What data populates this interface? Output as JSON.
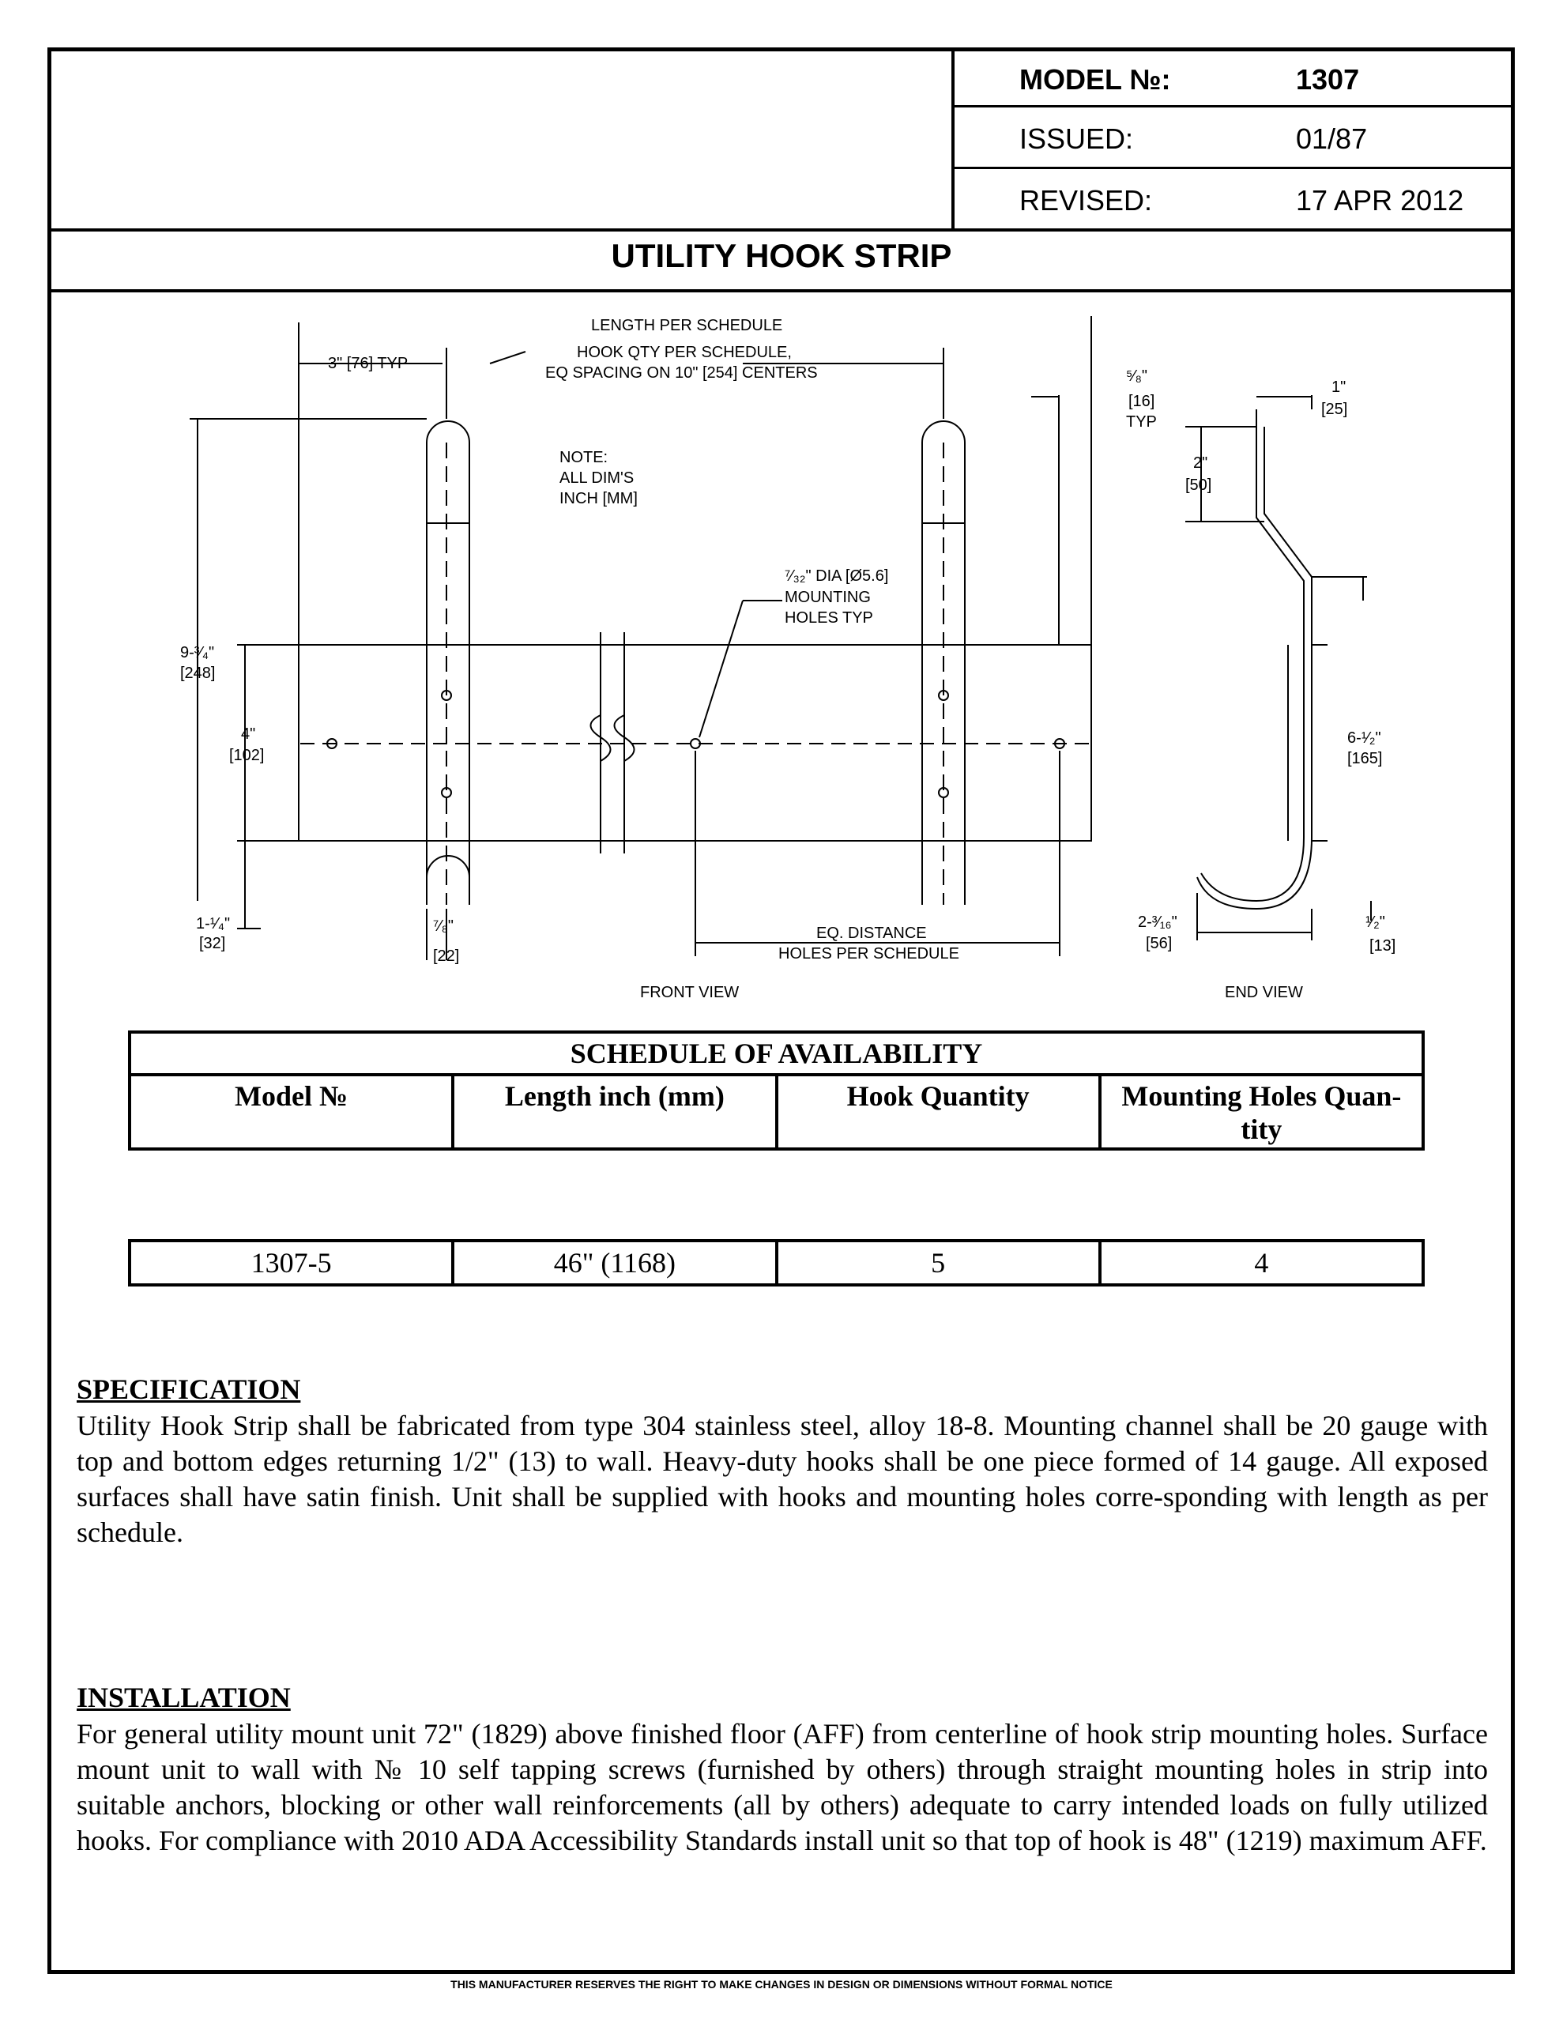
{
  "header": {
    "model_label": "MODEL №:",
    "model_value": "1307",
    "issued_label": "ISSUED:",
    "issued_value": "01/87",
    "revised_label": "REVISED:",
    "revised_value": "17 APR 2012"
  },
  "title": "UTILITY HOOK STRIP",
  "drawing": {
    "length_per_schedule": "LENGTH PER SCHEDULE",
    "hook_qty_1": "HOOK QTY PER SCHEDULE,",
    "hook_qty_2": "EQ SPACING ON 10\" [254] CENTERS",
    "typ_3": "3\" [76] TYP",
    "note_1": "NOTE:",
    "note_2": "ALL DIM'S",
    "note_3": "INCH [MM]",
    "dia_1": "⁷⁄₃₂\" DIA [Ø5.6]",
    "dia_2": "MOUNTING",
    "dia_3": "HOLES TYP",
    "d_9_34": "9-³⁄₄\"",
    "d_248": "[248]",
    "d_4": "4\"",
    "d_102": "[102]",
    "d_1_14": "1-¹⁄₄\"",
    "d_32": "[32]",
    "d_78": "⁷⁄₈\"",
    "d_22": "[22]",
    "eq_1": "EQ. DISTANCE",
    "eq_2": "HOLES PER SCHEDULE",
    "d_58": "⁵⁄₈\"",
    "d_16": "[16]",
    "d_typ": "TYP",
    "d_1": "1\"",
    "d_25": "[25]",
    "d_2": "2\"",
    "d_50": "[50]",
    "d_6_12": "6-¹⁄₂\"",
    "d_165": "[165]",
    "d_2_316": "2-³⁄₁₆\"",
    "d_56": "[56]",
    "d_12": "¹⁄₂\"",
    "d_13": "[13]",
    "front_view": "FRONT VIEW",
    "end_view": "END VIEW"
  },
  "schedule": {
    "title": "SCHEDULE OF AVAILABILITY",
    "headers": [
      "Model №",
      "Length inch (mm)",
      "Hook Quantity",
      "Mounting Holes Quan-tity"
    ],
    "rows": [
      [
        "1307-5",
        "46\" (1168)",
        "5",
        "4"
      ]
    ]
  },
  "specification": {
    "heading": "SPECIFICATION",
    "body": "Utility Hook Strip shall be fabricated from type 304 stainless steel, alloy 18-8. Mounting channel shall be 20 gauge with top and bottom edges returning 1/2\" (13) to wall. Heavy-duty hooks shall be one piece formed of 14 gauge. All exposed surfaces shall have satin finish. Unit shall be supplied with hooks and mounting holes corre-sponding with length as per schedule."
  },
  "installation": {
    "heading": "INSTALLATION",
    "body": "For general utility mount unit 72\" (1829) above finished floor (AFF) from centerline of hook strip mounting holes. Surface mount unit to wall with № 10 self tapping screws (furnished by others) through straight mounting holes in strip into suitable anchors, blocking or other wall reinforcements (all by others) adequate to carry intended loads on fully utilized hooks. For compliance with 2010 ADA Accessibility Standards install unit so that top of hook is 48\" (1219) maximum AFF."
  },
  "footer": "THIS MANUFACTURER RESERVES THE RIGHT TO MAKE CHANGES IN DESIGN OR DIMENSIONS WITHOUT FORMAL NOTICE"
}
